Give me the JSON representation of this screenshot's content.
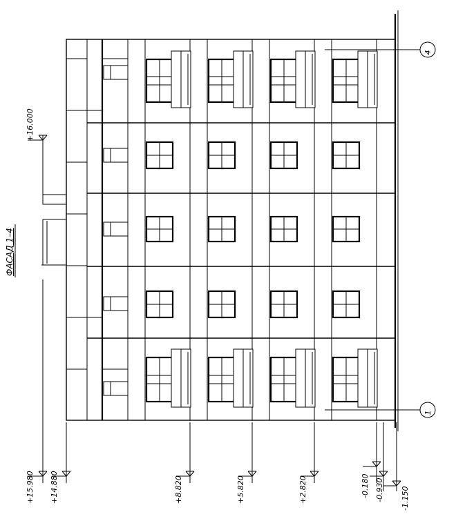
{
  "title": "ФАСАД 1–4",
  "elevations": {
    "top": "+16.000",
    "e15980": "+15.980",
    "e14880": "+14.880",
    "e8820": "+8.820",
    "e5820": "+5.820",
    "e2820": "+2.820",
    "e0180": "-0.180",
    "e0930": "-0.930",
    "e1150": "-1.150"
  },
  "axes": {
    "left": "1",
    "right": "4"
  },
  "colors": {
    "line": "#000000",
    "background": "#ffffff"
  }
}
